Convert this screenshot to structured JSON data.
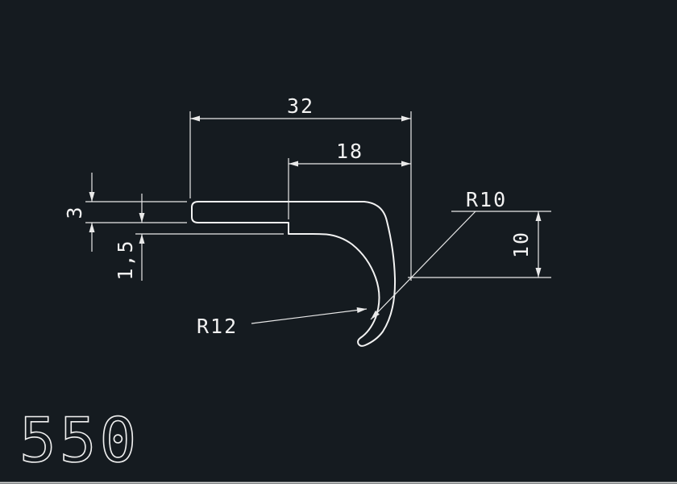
{
  "app": {
    "type": "cad-drawing-view"
  },
  "drawing": {
    "part_number": "550",
    "dimensions": {
      "width_total": "32",
      "width_inner": "18",
      "thickness": "3",
      "lip_thickness": "1,5",
      "height": "10",
      "radius_outer": "R10",
      "radius_inner": "R12"
    },
    "colors": {
      "background": "#151b20",
      "line": "#f2f2f2"
    }
  }
}
